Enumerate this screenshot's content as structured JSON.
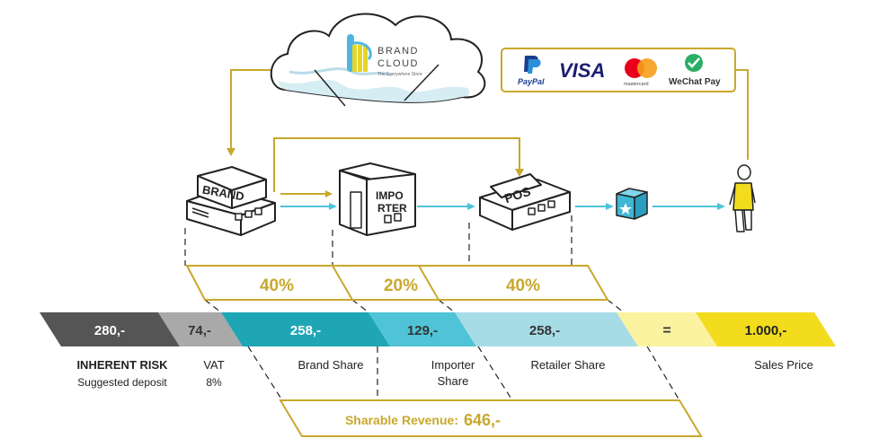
{
  "brand_cloud": {
    "title_line1": "BRAND",
    "title_line2": "CLOUD",
    "tagline": "The Everywhere Store"
  },
  "payments": [
    {
      "name": "PayPal",
      "icon": "paypal-logo"
    },
    {
      "name": "VISA",
      "icon": "visa-logo"
    },
    {
      "name": "mastercard",
      "icon": "mastercard-logo"
    },
    {
      "name": "WeChat Pay",
      "icon": "wechat-pay-logo"
    }
  ],
  "buildings": {
    "brand": "BRAND",
    "importer_line1": "IMPO",
    "importer_line2": "RTER",
    "pos": "POS"
  },
  "shares_percent": [
    "40%",
    "20%",
    "40%"
  ],
  "bar": {
    "inherent": "280,-",
    "vat": "74,-",
    "brand": "258,-",
    "importer": "129,-",
    "retailer": "258,-",
    "equals": "=",
    "sales": "1.000,-"
  },
  "labels": {
    "inherent_risk": "INHERENT RISK",
    "suggested_deposit": "Suggested deposit",
    "vat": "VAT",
    "vat_rate": "8%",
    "brand_share": "Brand Share",
    "importer_share_line1": "Importer",
    "importer_share_line2": "Share",
    "retailer_share": "Retailer Share",
    "sales_price": "Sales Price"
  },
  "sharable": {
    "label": "Sharable Revenue:",
    "value": "646,-"
  },
  "colors": {
    "gold": "#c9a82c",
    "cyan_arrow": "#4ec3dc",
    "dark_gray": "#555555",
    "light_gray": "#a9a9a9",
    "teal": "#1fa6b5",
    "teal_mid": "#4fc4d6",
    "teal_light": "#a6dce6",
    "pale_yellow": "#fbf3a0",
    "yellow": "#f2dc1d"
  }
}
